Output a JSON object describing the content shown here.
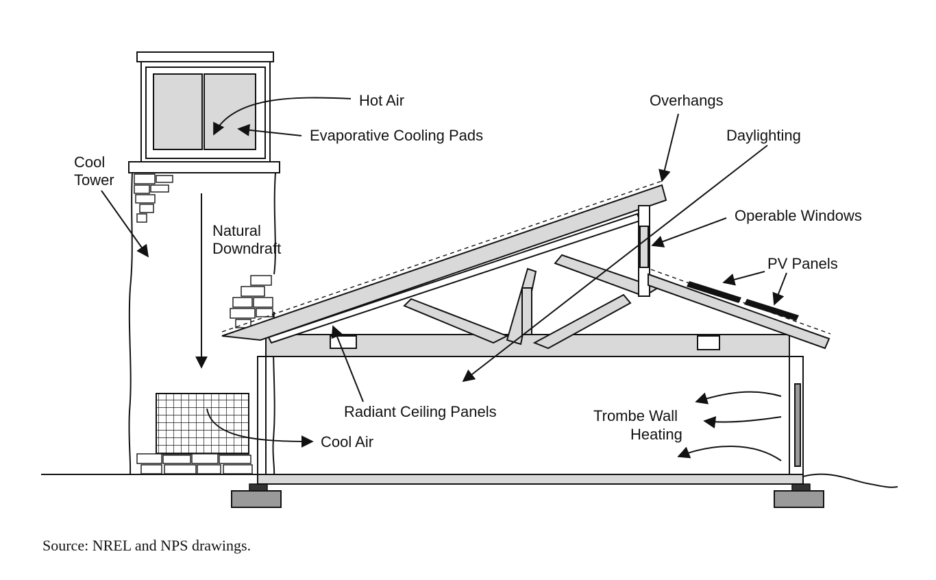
{
  "labels": {
    "hot_air": "Hot Air",
    "evaporative_cooling_pads": "Evaporative Cooling Pads",
    "cool_tower_line1": "Cool",
    "cool_tower_line2": "Tower",
    "natural_downdraft_line1": "Natural",
    "natural_downdraft_line2": "Downdraft",
    "overhangs": "Overhangs",
    "daylighting": "Daylighting",
    "operable_windows": "Operable Windows",
    "pv_panels": "PV Panels",
    "radiant_ceiling_panels": "Radiant Ceiling Panels",
    "trombe_wall_line1": "Trombe Wall",
    "trombe_wall_line2": "Heating",
    "cool_air": "Cool Air"
  },
  "source": "Source: NREL and NPS drawings."
}
